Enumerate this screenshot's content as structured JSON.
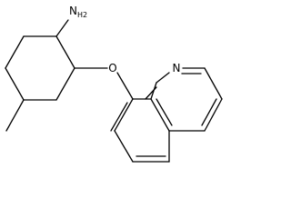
{
  "molecule": {
    "atoms": {
      "amine": {
        "symbol": "N",
        "subscript": "H2"
      },
      "ether": {
        "symbol": "O"
      },
      "ring_nitrogen": {
        "symbol": "N"
      }
    }
  }
}
